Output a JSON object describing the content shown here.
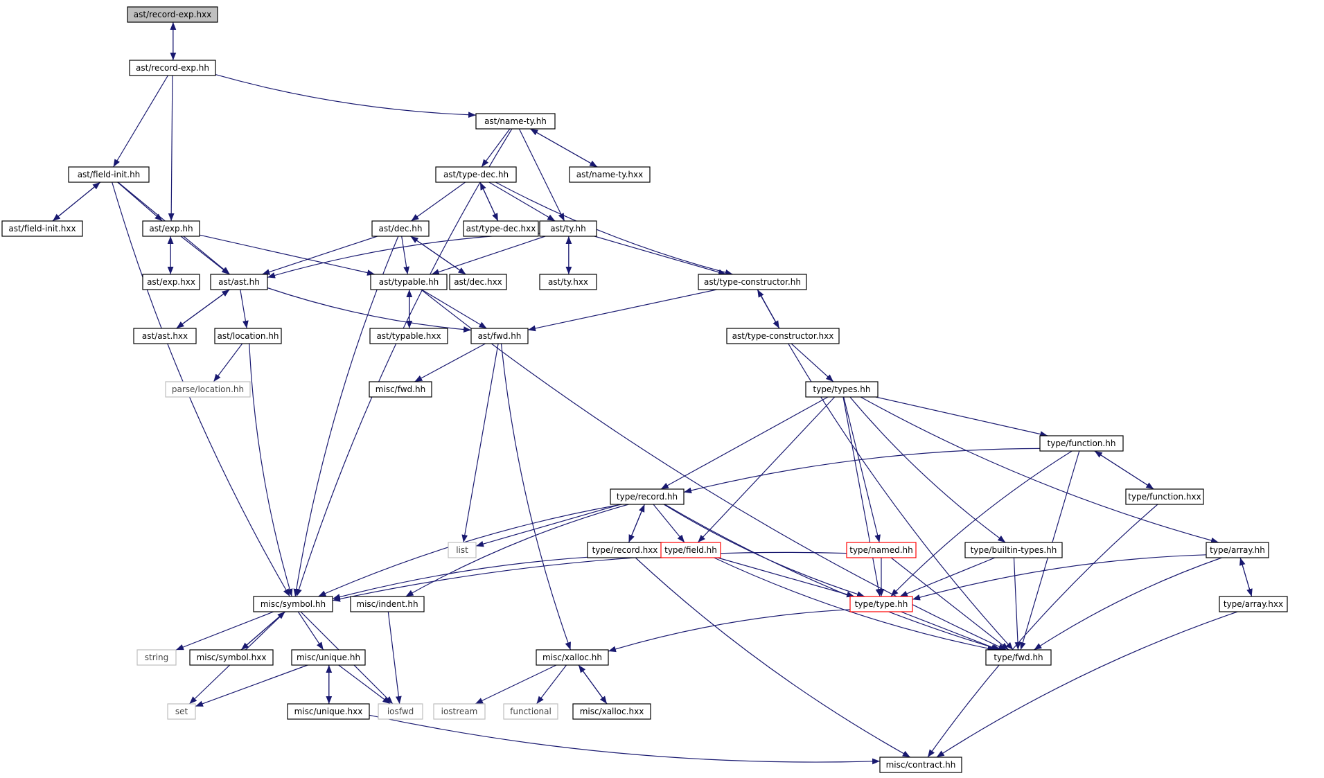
{
  "colors": {
    "edge": "#191970",
    "node_border": "#000000",
    "node_border_missing": "#bfbfbf",
    "node_border_truncated": "#ff0000",
    "node_fill_root": "#bfbfbf",
    "text": "#000000",
    "text_missing": "#444444"
  },
  "nodes": [
    {
      "id": "n0",
      "label": "ast/record-exp.hxx",
      "kind": "root"
    },
    {
      "id": "n1",
      "label": "ast/record-exp.hh",
      "kind": "normal"
    },
    {
      "id": "n2",
      "label": "ast/name-ty.hh",
      "kind": "normal"
    },
    {
      "id": "n3",
      "label": "ast/field-init.hh",
      "kind": "normal"
    },
    {
      "id": "n4",
      "label": "ast/type-dec.hh",
      "kind": "normal"
    },
    {
      "id": "n5",
      "label": "ast/name-ty.hxx",
      "kind": "normal"
    },
    {
      "id": "n6",
      "label": "ast/field-init.hxx",
      "kind": "normal"
    },
    {
      "id": "n7",
      "label": "ast/exp.hh",
      "kind": "normal"
    },
    {
      "id": "n8",
      "label": "ast/dec.hh",
      "kind": "normal"
    },
    {
      "id": "n9",
      "label": "ast/type-dec.hxx",
      "kind": "normal"
    },
    {
      "id": "n10",
      "label": "ast/ty.hh",
      "kind": "normal"
    },
    {
      "id": "n11",
      "label": "ast/exp.hxx",
      "kind": "normal"
    },
    {
      "id": "n12",
      "label": "ast/ast.hh",
      "kind": "normal"
    },
    {
      "id": "n13",
      "label": "ast/typable.hh",
      "kind": "normal"
    },
    {
      "id": "n14",
      "label": "ast/dec.hxx",
      "kind": "normal"
    },
    {
      "id": "n15",
      "label": "ast/ty.hxx",
      "kind": "normal"
    },
    {
      "id": "n16",
      "label": "ast/type-constructor.hh",
      "kind": "normal"
    },
    {
      "id": "n17",
      "label": "ast/ast.hxx",
      "kind": "normal"
    },
    {
      "id": "n18",
      "label": "ast/location.hh",
      "kind": "normal"
    },
    {
      "id": "n19",
      "label": "ast/typable.hxx",
      "kind": "normal"
    },
    {
      "id": "n20",
      "label": "ast/fwd.hh",
      "kind": "normal"
    },
    {
      "id": "n21",
      "label": "ast/type-constructor.hxx",
      "kind": "normal"
    },
    {
      "id": "n22",
      "label": "parse/location.hh",
      "kind": "missing"
    },
    {
      "id": "n23",
      "label": "misc/fwd.hh",
      "kind": "normal"
    },
    {
      "id": "n24",
      "label": "type/types.hh",
      "kind": "normal"
    },
    {
      "id": "n25",
      "label": "type/function.hh",
      "kind": "normal"
    },
    {
      "id": "n26",
      "label": "type/record.hh",
      "kind": "normal"
    },
    {
      "id": "n27",
      "label": "type/function.hxx",
      "kind": "normal"
    },
    {
      "id": "n28",
      "label": "list",
      "kind": "missing"
    },
    {
      "id": "n29",
      "label": "type/record.hxx",
      "kind": "normal"
    },
    {
      "id": "n30",
      "label": "type/field.hh",
      "kind": "truncated"
    },
    {
      "id": "n31",
      "label": "type/named.hh",
      "kind": "truncated"
    },
    {
      "id": "n32",
      "label": "type/builtin-types.hh",
      "kind": "normal"
    },
    {
      "id": "n33",
      "label": "type/array.hh",
      "kind": "normal"
    },
    {
      "id": "n34",
      "label": "misc/symbol.hh",
      "kind": "normal"
    },
    {
      "id": "n35",
      "label": "misc/indent.hh",
      "kind": "normal"
    },
    {
      "id": "n36",
      "label": "type/type.hh",
      "kind": "truncated"
    },
    {
      "id": "n37",
      "label": "type/array.hxx",
      "kind": "normal"
    },
    {
      "id": "n38",
      "label": "string",
      "kind": "missing"
    },
    {
      "id": "n39",
      "label": "misc/symbol.hxx",
      "kind": "normal"
    },
    {
      "id": "n40",
      "label": "misc/unique.hh",
      "kind": "normal"
    },
    {
      "id": "n41",
      "label": "misc/xalloc.hh",
      "kind": "normal"
    },
    {
      "id": "n42",
      "label": "type/fwd.hh",
      "kind": "normal"
    },
    {
      "id": "n43",
      "label": "set",
      "kind": "missing"
    },
    {
      "id": "n44",
      "label": "iosfwd",
      "kind": "missing"
    },
    {
      "id": "n45",
      "label": "misc/unique.hxx",
      "kind": "normal"
    },
    {
      "id": "n46",
      "label": "iostream",
      "kind": "missing"
    },
    {
      "id": "n47",
      "label": "functional",
      "kind": "missing"
    },
    {
      "id": "n48",
      "label": "misc/xalloc.hxx",
      "kind": "normal"
    },
    {
      "id": "n49",
      "label": "misc/contract.hh",
      "kind": "normal"
    }
  ],
  "edges": [
    [
      "n0",
      "n1"
    ],
    [
      "n1",
      "n0"
    ],
    [
      "n1",
      "n2"
    ],
    [
      "n1",
      "n3"
    ],
    [
      "n1",
      "n7"
    ],
    [
      "n2",
      "n34"
    ],
    [
      "n2",
      "n4"
    ],
    [
      "n2",
      "n10"
    ],
    [
      "n2",
      "n5"
    ],
    [
      "n5",
      "n2"
    ],
    [
      "n3",
      "n6"
    ],
    [
      "n6",
      "n3"
    ],
    [
      "n3",
      "n7"
    ],
    [
      "n3",
      "n12"
    ],
    [
      "n3",
      "n34"
    ],
    [
      "n4",
      "n8"
    ],
    [
      "n4",
      "n9"
    ],
    [
      "n9",
      "n4"
    ],
    [
      "n4",
      "n10"
    ],
    [
      "n4",
      "n16"
    ],
    [
      "n7",
      "n11"
    ],
    [
      "n11",
      "n7"
    ],
    [
      "n7",
      "n12"
    ],
    [
      "n7",
      "n13"
    ],
    [
      "n8",
      "n12"
    ],
    [
      "n8",
      "n13"
    ],
    [
      "n8",
      "n14"
    ],
    [
      "n14",
      "n8"
    ],
    [
      "n8",
      "n34"
    ],
    [
      "n10",
      "n12"
    ],
    [
      "n10",
      "n13"
    ],
    [
      "n10",
      "n15"
    ],
    [
      "n15",
      "n10"
    ],
    [
      "n10",
      "n16"
    ],
    [
      "n12",
      "n17"
    ],
    [
      "n17",
      "n12"
    ],
    [
      "n12",
      "n18"
    ],
    [
      "n12",
      "n20"
    ],
    [
      "n13",
      "n19"
    ],
    [
      "n19",
      "n13"
    ],
    [
      "n13",
      "n20"
    ],
    [
      "n13",
      "n42"
    ],
    [
      "n16",
      "n20"
    ],
    [
      "n16",
      "n21"
    ],
    [
      "n21",
      "n16"
    ],
    [
      "n16",
      "n42"
    ],
    [
      "n18",
      "n22"
    ],
    [
      "n18",
      "n34"
    ],
    [
      "n20",
      "n23"
    ],
    [
      "n20",
      "n28"
    ],
    [
      "n20",
      "n41"
    ],
    [
      "n21",
      "n24"
    ],
    [
      "n24",
      "n25"
    ],
    [
      "n24",
      "n26"
    ],
    [
      "n24",
      "n30"
    ],
    [
      "n24",
      "n31"
    ],
    [
      "n24",
      "n32"
    ],
    [
      "n24",
      "n33"
    ],
    [
      "n24",
      "n36"
    ],
    [
      "n25",
      "n26"
    ],
    [
      "n25",
      "n27"
    ],
    [
      "n27",
      "n25"
    ],
    [
      "n25",
      "n36"
    ],
    [
      "n25",
      "n42"
    ],
    [
      "n26",
      "n28"
    ],
    [
      "n26",
      "n29"
    ],
    [
      "n29",
      "n26"
    ],
    [
      "n26",
      "n30"
    ],
    [
      "n26",
      "n34"
    ],
    [
      "n26",
      "n35"
    ],
    [
      "n26",
      "n36"
    ],
    [
      "n26",
      "n42"
    ],
    [
      "n27",
      "n49"
    ],
    [
      "n29",
      "n49"
    ],
    [
      "n30",
      "n34"
    ],
    [
      "n30",
      "n36"
    ],
    [
      "n30",
      "n42"
    ],
    [
      "n31",
      "n34"
    ],
    [
      "n31",
      "n36"
    ],
    [
      "n31",
      "n42"
    ],
    [
      "n32",
      "n36"
    ],
    [
      "n32",
      "n42"
    ],
    [
      "n33",
      "n36"
    ],
    [
      "n33",
      "n37"
    ],
    [
      "n37",
      "n33"
    ],
    [
      "n33",
      "n42"
    ],
    [
      "n34",
      "n38"
    ],
    [
      "n34",
      "n39"
    ],
    [
      "n39",
      "n34"
    ],
    [
      "n34",
      "n40"
    ],
    [
      "n34",
      "n43"
    ],
    [
      "n34",
      "n44"
    ],
    [
      "n35",
      "n44"
    ],
    [
      "n36",
      "n41"
    ],
    [
      "n36",
      "n42"
    ],
    [
      "n37",
      "n49"
    ],
    [
      "n40",
      "n43"
    ],
    [
      "n40",
      "n44"
    ],
    [
      "n40",
      "n45"
    ],
    [
      "n45",
      "n40"
    ],
    [
      "n41",
      "n46"
    ],
    [
      "n41",
      "n47"
    ],
    [
      "n41",
      "n48"
    ],
    [
      "n48",
      "n41"
    ],
    [
      "n45",
      "n49"
    ]
  ]
}
